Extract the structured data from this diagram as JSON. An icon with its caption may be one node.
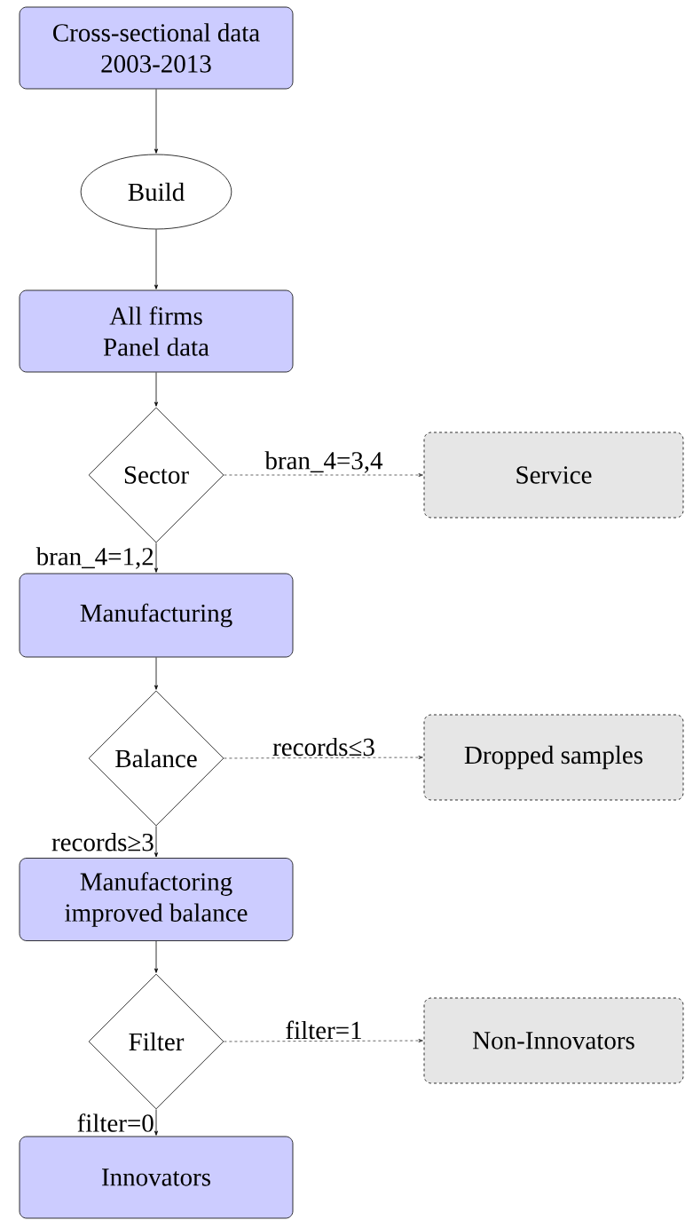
{
  "diagram": {
    "nodes": [
      {
        "text": [
          "Cross-sectional data 2003-2013"
        ]
      },
      {
        "text": [
          "Build"
        ]
      },
      {
        "text": [
          "All firms Panel data"
        ]
      },
      {
        "text": [
          "Sector"
        ]
      },
      {
        "text": [
          "Service"
        ]
      },
      {
        "text": [
          "Manufacturing"
        ]
      },
      {
        "text": [
          "Balance"
        ]
      },
      {
        "text": [
          "Dropped samples"
        ]
      },
      {
        "text": [
          "Manufactoring improved balance"
        ]
      },
      {
        "text": [
          "Filter"
        ]
      },
      {
        "text": [
          "Non-Innovators"
        ]
      },
      {
        "text": [
          "Innovators"
        ]
      }
    ],
    "edges": [
      {
        "from": 0,
        "to": 1,
        "arrow": "to"
      },
      {
        "from": 1,
        "to": 2,
        "arrow": "to"
      },
      {
        "from": 2,
        "to": 3,
        "arrow": "to"
      },
      {
        "from": 3,
        "to": 4,
        "arrow": "to",
        "label": "bran_4=3,4",
        "style": "dashed"
      },
      {
        "from": 3,
        "to": 5,
        "arrow": "to",
        "label": "bran_4=1,2"
      },
      {
        "from": 5,
        "to": 6,
        "arrow": "to"
      },
      {
        "from": 6,
        "to": 7,
        "arrow": "to",
        "label": "records≤3",
        "style": "dashed"
      },
      {
        "from": 6,
        "to": 8,
        "arrow": "to",
        "label": "records≥3"
      },
      {
        "from": 8,
        "to": 9,
        "arrow": "to"
      },
      {
        "from": 9,
        "to": 10,
        "arrow": "to",
        "label": "filter=1",
        "style": "dashed"
      },
      {
        "from": 9,
        "to": 11,
        "arrow": "to",
        "label": "filter=0"
      }
    ]
  }
}
